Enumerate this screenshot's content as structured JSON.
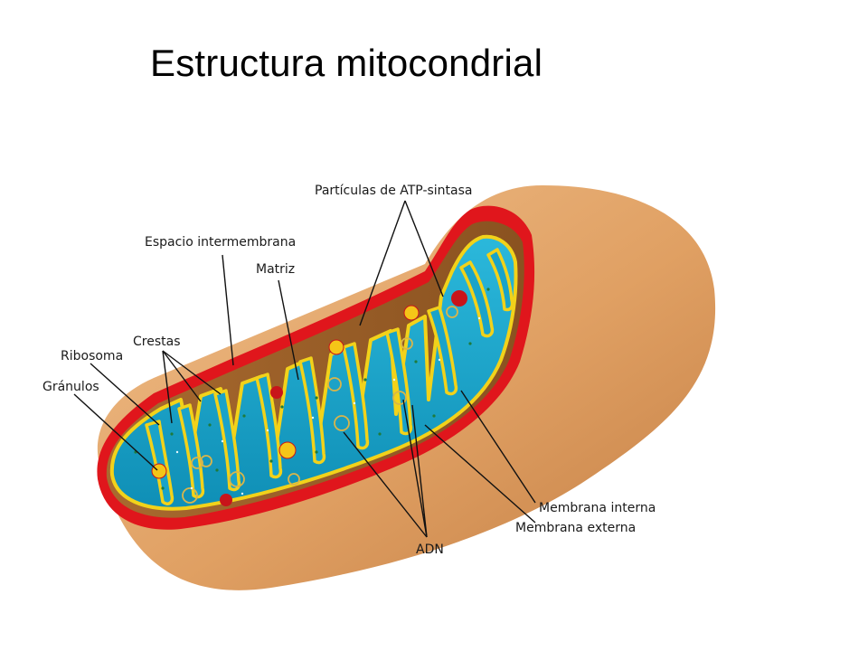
{
  "title": "Estructura mitocondrial",
  "labels": {
    "atp": "Partículas de ATP-sintasa",
    "intermembrane": "Espacio intermembrana",
    "matrix": "Matriz",
    "cristae": "Crestas",
    "ribosome": "Ribosoma",
    "granules": "Gránulos",
    "inner_membrane": "Membrana interna",
    "outer_membrane": "Membrana externa",
    "dna": "ADN"
  },
  "colors": {
    "outer_body": "#e0a063",
    "outer_membrane": "#e0161c",
    "inner_membrane": "#f2d21a",
    "matrix": "#1aa3c9",
    "dna": "#d9b54a",
    "ribosome": "#1e7b3c",
    "granule_red": "#c8141a",
    "granule_yellow": "#f5c518"
  }
}
